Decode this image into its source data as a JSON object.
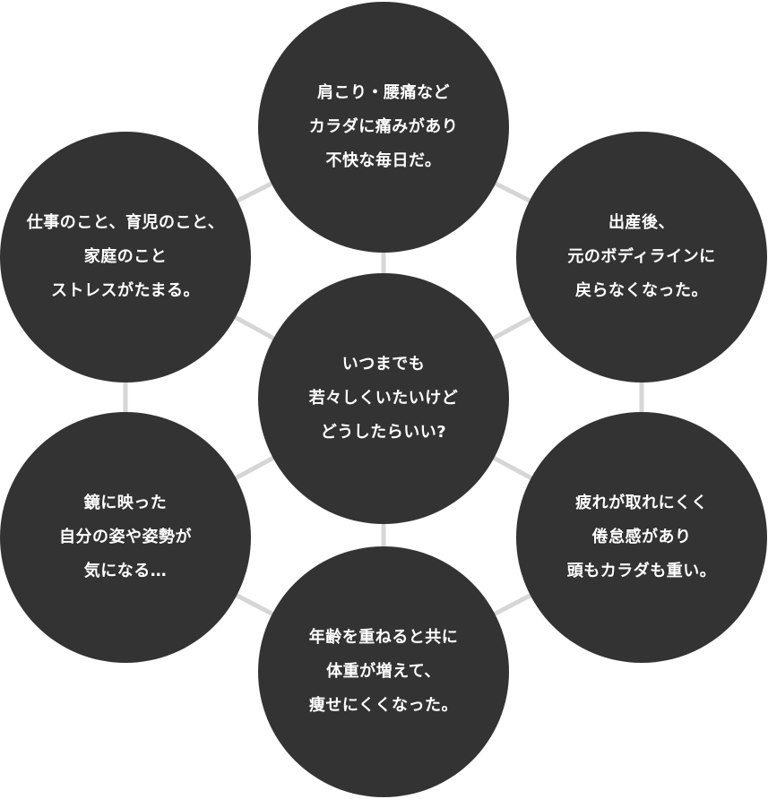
{
  "colors": {
    "bubble_fill": "#333333",
    "bubble_text": "#ffffff",
    "connector": "#d6d6d6"
  },
  "center": {
    "lines": [
      "いつまでも",
      "若々しくいたいけど",
      "どうしたらいい?"
    ]
  },
  "outer": [
    {
      "id": "top",
      "lines": [
        "肩こり・腰痛など",
        "カラダに痛みがあり",
        "不快な毎日だ。"
      ]
    },
    {
      "id": "upper-right",
      "lines": [
        "出産後、",
        "元のボディラインに",
        "戻らなくなった。"
      ]
    },
    {
      "id": "lower-right",
      "lines": [
        "疲れが取れにくく",
        "倦怠感があり",
        "頭もカラダも重い。"
      ]
    },
    {
      "id": "bottom",
      "lines": [
        "年齢を重ねると共に",
        "体重が増えて、",
        "痩せにくくなった。"
      ]
    },
    {
      "id": "lower-left",
      "lines": [
        "鏡に映った",
        "自分の姿や姿勢が",
        "気になる…"
      ]
    },
    {
      "id": "upper-left",
      "lines": [
        "仕事のこと、育児のこと、",
        "家庭のこと",
        "ストレスがたまる。"
      ]
    }
  ]
}
